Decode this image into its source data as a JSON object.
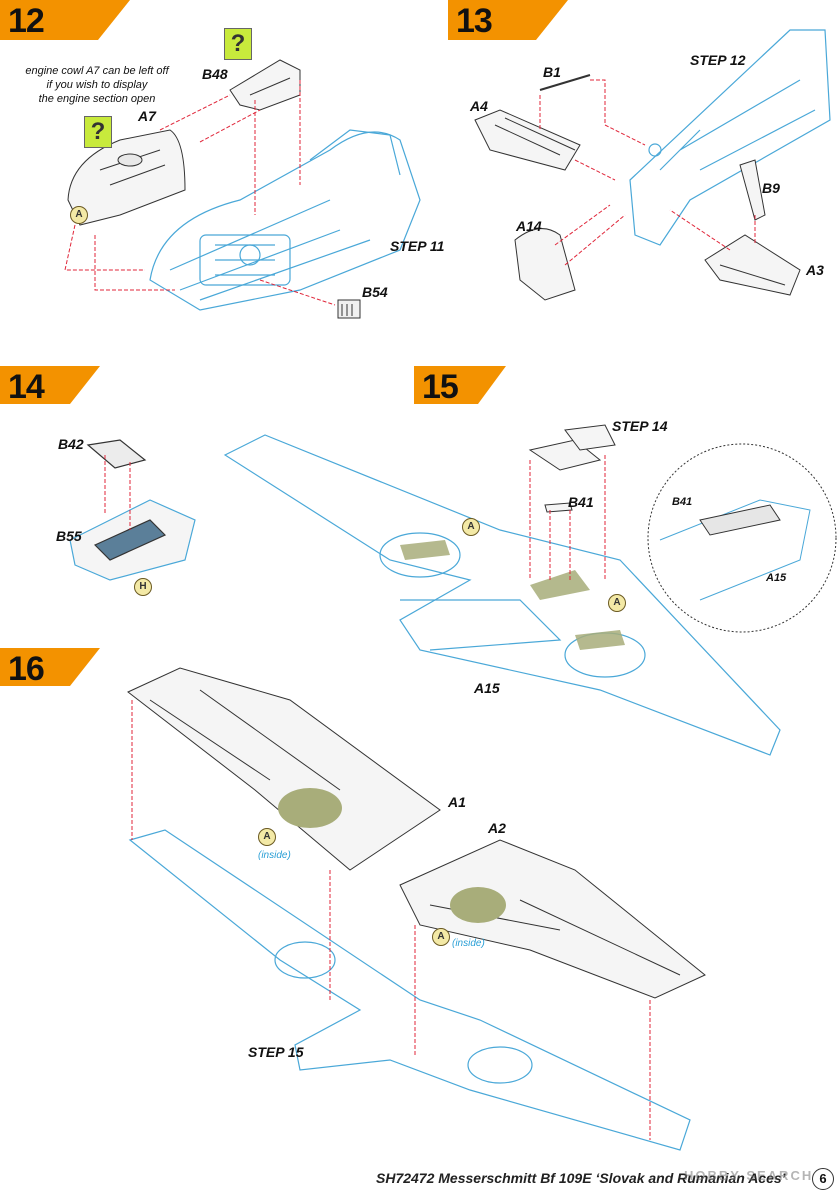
{
  "steps": [
    {
      "number": "12"
    },
    {
      "number": "13"
    },
    {
      "number": "14"
    },
    {
      "number": "15"
    },
    {
      "number": "16"
    }
  ],
  "step12": {
    "note_line1": "engine cowl A7 can be left off",
    "note_line2": "if you wish to display",
    "note_line3": "the engine section open",
    "parts": {
      "a7": "A7",
      "b48": "B48",
      "b54": "B54"
    },
    "step_ref": "STEP 11",
    "optional_mark": "?",
    "color_badge": "A"
  },
  "step13": {
    "parts": {
      "b1": "B1",
      "a4": "A4",
      "a14": "A14",
      "b9": "B9",
      "a3": "A3"
    },
    "step_ref": "STEP 12"
  },
  "step14": {
    "parts": {
      "b42": "B42",
      "b55": "B55"
    },
    "color_badge": "H"
  },
  "step15": {
    "parts": {
      "b41": "B41",
      "a15": "A15",
      "detail_b41": "B41",
      "detail_a15": "A15"
    },
    "step_ref": "STEP 14",
    "color_badge": "A"
  },
  "step16": {
    "parts": {
      "a1": "A1",
      "a2": "A2"
    },
    "step_ref": "STEP 15",
    "inside_note": "(inside)",
    "color_badge": "A"
  },
  "footer": {
    "text": "SH72472 Messerschmitt Bf 109E ‘Slovak and Rumanian Aces’",
    "page_number": "6",
    "watermark": "HOBBY SEARCH"
  },
  "colors": {
    "accent_orange": "#f39200",
    "line_blue": "#4aa8d8",
    "arrow_red": "#e0263a",
    "interior_green": "#a8ad7a",
    "question_green": "#c8ea3c"
  }
}
